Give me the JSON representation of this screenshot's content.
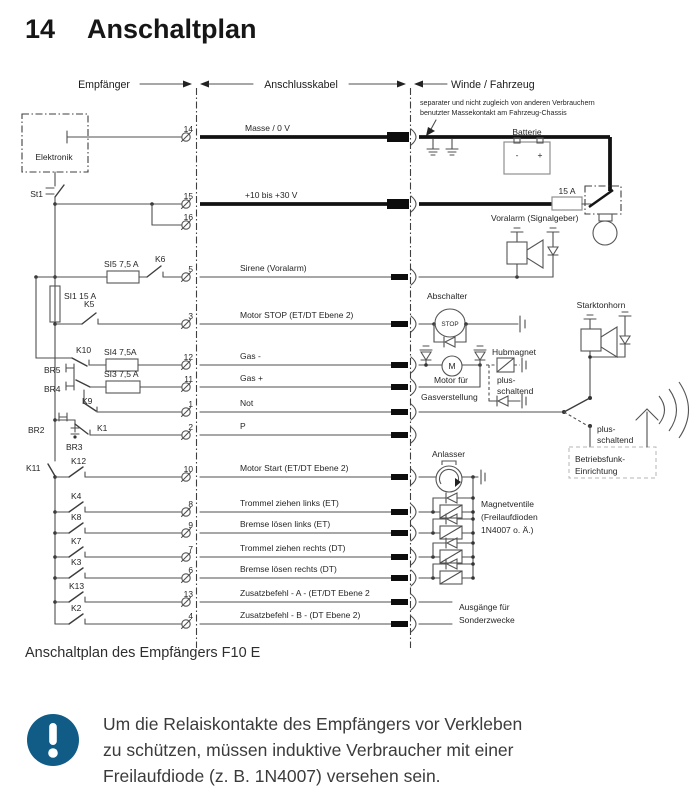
{
  "title": {
    "number": "14",
    "text": "Anschaltplan"
  },
  "columns": {
    "left": "Empfänger",
    "middle": "Anschlusskabel",
    "right": "Winde / Fahrzeug"
  },
  "chassis_note": {
    "line1": "separater und nicht zugleich von anderen Verbrauchern",
    "line2": "benutzter Massekontakt am Fahrzeug-Chassis"
  },
  "rows": [
    {
      "pin": "14",
      "label": "Masse / 0 V"
    },
    {
      "pin": "15",
      "label": "+10 bis +30 V"
    },
    {
      "pin": "16",
      "label": ""
    },
    {
      "pin": "5",
      "label": "Sirene (Voralarm)"
    },
    {
      "pin": "3",
      "label": "Motor STOP (ET/DT Ebene 2)"
    },
    {
      "pin": "12",
      "label": "Gas -"
    },
    {
      "pin": "11",
      "label": "Gas +"
    },
    {
      "pin": "1",
      "label": "Not"
    },
    {
      "pin": "2",
      "label": "P"
    },
    {
      "pin": "10",
      "label": "Motor Start (ET/DT Ebene 2)"
    },
    {
      "pin": "8",
      "label": "Trommel ziehen links (ET)"
    },
    {
      "pin": "9",
      "label": "Bremse lösen links (ET)"
    },
    {
      "pin": "7",
      "label": "Trommel ziehen rechts (DT)"
    },
    {
      "pin": "6",
      "label": "Bremse lösen rechts (DT)"
    },
    {
      "pin": "13",
      "label": "Zusatzbefehl - A - (ET/DT Ebene 2"
    },
    {
      "pin": "4",
      "label": "Zusatzbefehl - B - (DT Ebene 2)"
    }
  ],
  "receiver": {
    "elektronik": "Elektronik",
    "st1": "St1",
    "si1": "SI1 15 A",
    "si5": "SI5 7,5 A",
    "si4": "SI4 7,5A",
    "si3": "SI3 7,5 A",
    "k6": "K6",
    "k5": "K5",
    "k10": "K10",
    "k9": "K9",
    "k1": "K1",
    "k11": "K11",
    "k12": "K12",
    "k4": "K4",
    "k8": "K8",
    "k7": "K7",
    "k3": "K3",
    "k13": "K13",
    "k2": "K2",
    "br5": "BR5",
    "br4": "BR4",
    "br2": "BR2",
    "br3": "BR3"
  },
  "vehicle": {
    "batterie": "Batterie",
    "minus": "-",
    "plus": "+",
    "fuse": "15 A",
    "voralarm": "Voralarm (Signalgeber)",
    "abschalter": "Abschalter",
    "stop": "STOP",
    "starktonhorn": "Starktonhorn",
    "hubmagnet": "Hubmagnet",
    "plus1": "plus-",
    "schaltend1": "schaltend",
    "m": "M",
    "motor_fuer": "Motor für",
    "gasverstellung": "Gasverstellung",
    "anlasser": "Anlasser",
    "mv1": "Magnetventile",
    "mv2": "(Freilaufdioden",
    "mv3": "1N4007 o. Ä.)",
    "aus1": "Ausgänge für",
    "aus2": "Sonderzwecke",
    "bf1": "Betriebsfunk-",
    "bf2": "Einrichtung",
    "plus2": "plus-",
    "schaltend2": "schaltend"
  },
  "caption": "Anschaltplan des Empfängers F10 E",
  "note": {
    "icon": "mandatory-exclamation-icon",
    "color": "#115c87",
    "line1": "Um die Relaiskontakte des Empfängers vor Verkleben",
    "line2": "zu schützen, müssen induktive Verbraucher mit einer",
    "line3": "Freilaufdiode (z. B. 1N4007) versehen sein."
  }
}
